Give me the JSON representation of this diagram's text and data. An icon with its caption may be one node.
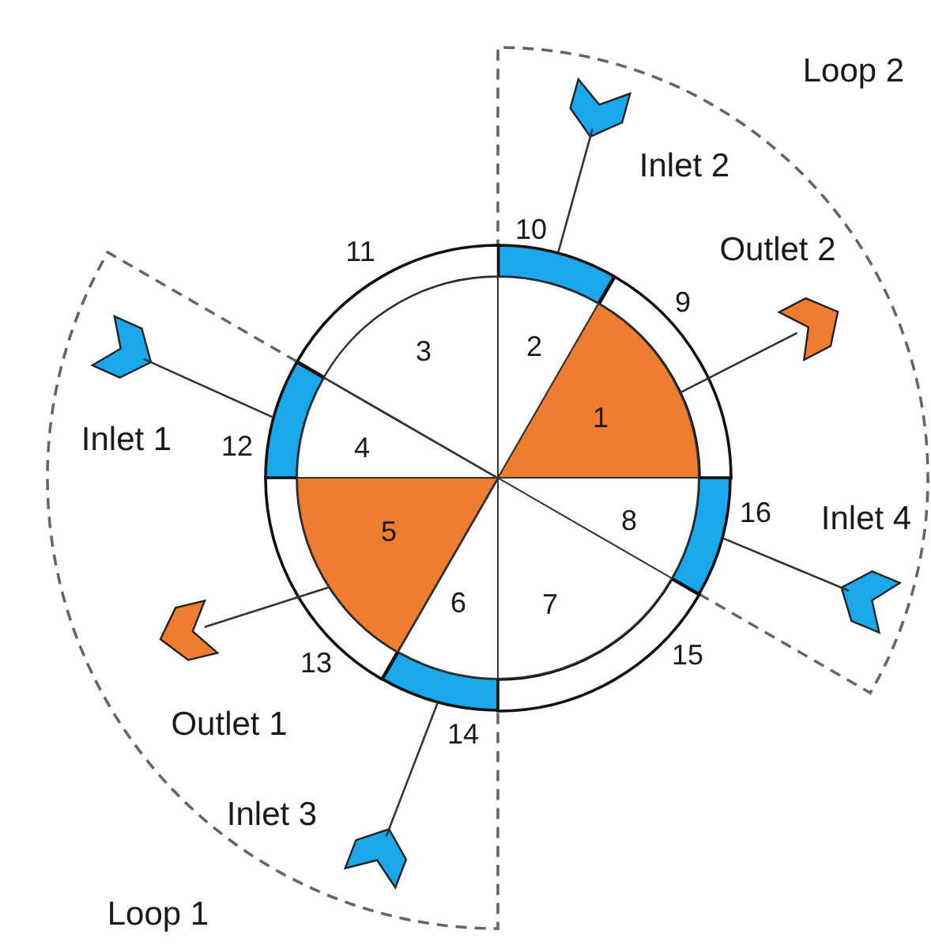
{
  "diagram": {
    "nodes": [
      {
        "text": [
          "1"
        ]
      },
      {
        "text": [
          "2"
        ]
      },
      {
        "text": [
          "3"
        ]
      },
      {
        "text": [
          "4"
        ]
      },
      {
        "text": [
          "5"
        ]
      },
      {
        "text": [
          "6"
        ]
      },
      {
        "text": [
          "7"
        ]
      },
      {
        "text": [
          "8"
        ]
      },
      {
        "text": [
          "9"
        ]
      },
      {
        "text": [
          "10"
        ]
      },
      {
        "text": [
          "11"
        ]
      },
      {
        "text": [
          "12"
        ]
      },
      {
        "text": [
          "13"
        ]
      },
      {
        "text": [
          "14"
        ]
      },
      {
        "text": [
          "15"
        ]
      },
      {
        "text": [
          "16"
        ]
      },
      {
        "text": [
          "Inlet 1"
        ]
      },
      {
        "text": [
          "Inlet 2"
        ]
      },
      {
        "text": [
          "Inlet 3"
        ]
      },
      {
        "text": [
          "Inlet 4"
        ]
      },
      {
        "text": [
          "Outlet 1"
        ]
      },
      {
        "text": [
          "Outlet 2"
        ]
      }
    ],
    "edges": [
      {
        "from": 16,
        "to": 11,
        "arrow": "none"
      },
      {
        "from": 17,
        "to": 9,
        "arrow": "none"
      },
      {
        "from": 18,
        "to": 13,
        "arrow": "none"
      },
      {
        "from": 19,
        "to": 15,
        "arrow": "none"
      },
      {
        "from": 20,
        "to": 4,
        "arrow": "none"
      },
      {
        "from": 21,
        "to": 0,
        "arrow": "none"
      }
    ],
    "labels": [
      "Loop 2",
      "Loop 1"
    ]
  }
}
